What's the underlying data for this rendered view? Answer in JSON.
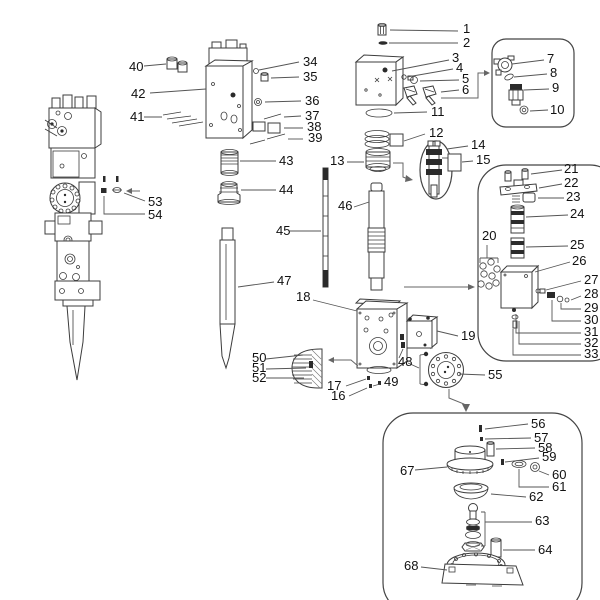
{
  "diagram": {
    "kind": "exploded-parts-diagram",
    "subject": "hydraulic breaker assembly",
    "background_color": "#ffffff",
    "line_color": "#3c3c3c",
    "label_color": "#111111"
  },
  "parts": {
    "p1": "1",
    "p2": "2",
    "p3": "3",
    "p4": "4",
    "p5": "5",
    "p6": "6",
    "p7": "7",
    "p8": "8",
    "p9": "9",
    "p10": "10",
    "p11": "11",
    "p12": "12",
    "p13": "13",
    "p14": "14",
    "p15": "15",
    "p16": "16",
    "p17": "17",
    "p18": "18",
    "p19": "19",
    "p20": "20",
    "p21": "21",
    "p22": "22",
    "p23": "23",
    "p24": "24",
    "p25": "25",
    "p26": "26",
    "p27": "27",
    "p28": "28",
    "p29": "29",
    "p30": "30",
    "p31": "31",
    "p32": "32",
    "p33": "33",
    "p34": "34",
    "p35": "35",
    "p36": "36",
    "p37": "37",
    "p38": "38",
    "p39": "39",
    "p40": "40",
    "p41": "41",
    "p42": "42",
    "p43": "43",
    "p44": "44",
    "p45": "45",
    "p46": "46",
    "p47": "47",
    "p48": "48",
    "p49": "49",
    "p50": "50",
    "p51": "51",
    "p52": "52",
    "p53": "53",
    "p54": "54",
    "p55": "55",
    "p56": "56",
    "p57": "57",
    "p58": "58",
    "p59": "59",
    "p60": "60",
    "p61": "61",
    "p62": "62",
    "p63": "63",
    "p64": "64",
    "p67": "67",
    "p68": "68"
  }
}
